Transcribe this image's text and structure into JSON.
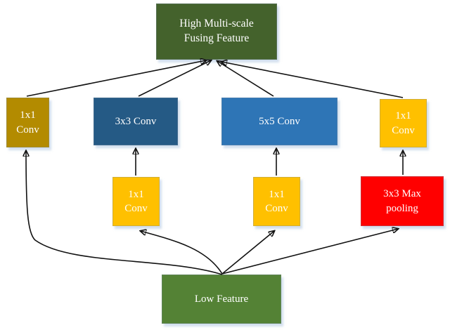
{
  "diagram": {
    "description": "Multi-scale feature fusing module (inception-style block)",
    "nodes": {
      "fusing": {
        "label": "High Multi-scale\nFusing Feature",
        "color": "#44622c"
      },
      "conv1x1_left": {
        "label": "1x1\nConv",
        "color": "#b38b00"
      },
      "conv3x3": {
        "label": "3x3 Conv",
        "color": "#255a85"
      },
      "conv5x5": {
        "label": "5x5 Conv",
        "color": "#2e75b6"
      },
      "conv1x1_right": {
        "label": "1x1\nConv",
        "color": "#ffc000"
      },
      "conv1x1_mid_left": {
        "label": "1x1\nConv",
        "color": "#ffc000"
      },
      "conv1x1_mid_right": {
        "label": "1x1\nConv",
        "color": "#ffc000"
      },
      "maxpool": {
        "label": "3x3 Max\npooling",
        "color": "#ff0000"
      },
      "low": {
        "label": "Low Feature",
        "color": "#548235"
      }
    },
    "edges": [
      "low -> conv1x1_left",
      "low -> conv1x1_mid_left",
      "low -> conv1x1_mid_right",
      "low -> maxpool",
      "conv1x1_mid_left -> conv3x3",
      "conv1x1_mid_right -> conv5x5",
      "maxpool -> conv1x1_right",
      "conv1x1_left -> fusing",
      "conv3x3 -> fusing",
      "conv5x5 -> fusing",
      "conv1x1_right -> fusing"
    ],
    "wire_color": "#111111"
  }
}
